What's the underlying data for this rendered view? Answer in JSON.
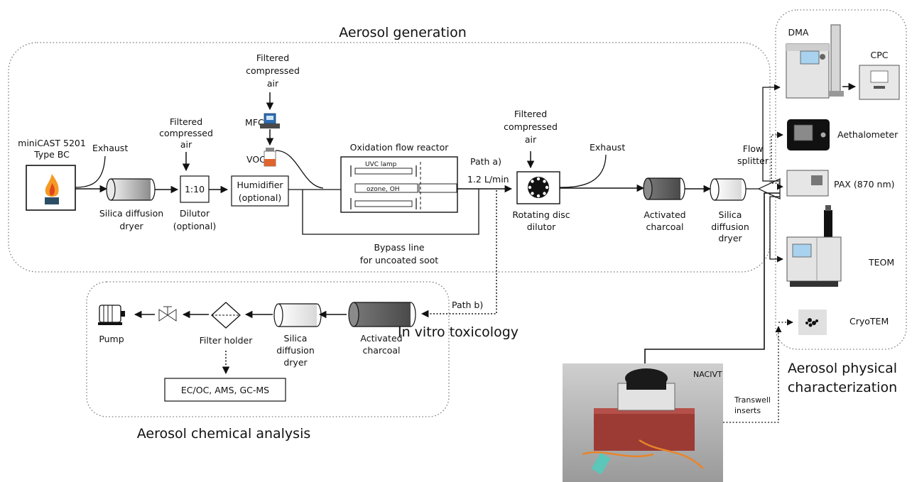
{
  "sections": {
    "aerosol_generation": "Aerosol generation",
    "aerosol_chemical": "Aerosol chemical analysis",
    "in_vitro": "In vitro toxicology",
    "aerosol_physical_1": "Aerosol physical",
    "aerosol_physical_2": "characterization"
  },
  "generation": {
    "minicast_1": "miniCAST 5201",
    "minicast_2": "Type BC",
    "exhaust_1": "Exhaust",
    "silica1_1": "Silica diffusion",
    "silica1_2": "dryer",
    "fca1_1": "Filtered",
    "fca1_2": "compressed",
    "fca1_3": "air",
    "dilutor_ratio": "1:10",
    "dilutor_1": "Dilutor",
    "dilutor_2": "(optional)",
    "humid_1": "Humidifier",
    "humid_2": "(optional)",
    "fca2_1": "Filtered",
    "fca2_2": "compressed",
    "fca2_3": "air",
    "mfc": "MFC",
    "voc": "VOC",
    "ofr_title": "Oxidation flow reactor",
    "uvc": "UVC lamp",
    "ozone": "ozone, OH",
    "path_a": "Path a)",
    "flow": "1.2 L/min",
    "fca3_1": "Filtered",
    "fca3_2": "compressed",
    "fca3_3": "air",
    "rdd_1": "Rotating disc",
    "rdd_2": "dilutor",
    "exhaust_2": "Exhaust",
    "charcoal1_1": "Activated",
    "charcoal1_2": "charcoal",
    "silica2_1": "Silica",
    "silica2_2": "diffusion",
    "silica2_3": "dryer",
    "bypass_1": "Bypass line",
    "bypass_2": "for uncoated soot"
  },
  "chemical": {
    "path_b": "Path b)",
    "charcoal_1": "Activated",
    "charcoal_2": "charcoal",
    "silica_1": "Silica",
    "silica_2": "diffusion",
    "silica_3": "dryer",
    "filter_holder": "Filter holder",
    "pump": "Pump",
    "analysis": "EC/OC, AMS, GC-MS"
  },
  "physical": {
    "flow_splitter_1": "Flow",
    "flow_splitter_2": "splitter",
    "dma": "DMA",
    "cpc": "CPC",
    "aethalometer": "Aethalometer",
    "pax": "PAX (870 nm)",
    "teom": "TEOM",
    "cryotem": "CryoTEM",
    "transwell_1": "Transwell",
    "transwell_2": "inserts",
    "nacivt": "NACIVT"
  }
}
